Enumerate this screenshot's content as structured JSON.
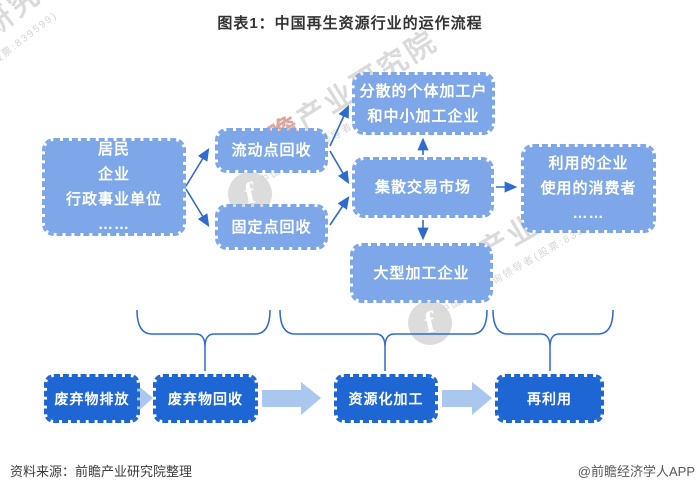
{
  "title": "图表1：中国再生资源行业的运作流程",
  "diagram": {
    "sources": {
      "line1": "居民",
      "line2": "企业",
      "line3": "行政事业单位",
      "line4": "……"
    },
    "mobile_recycling": "流动点回收",
    "fixed_recycling": "固定点回收",
    "scattered_processors": {
      "line1": "分散的个体加工户",
      "line2": "和中小加工企业"
    },
    "trading_market": "集散交易市场",
    "large_processors": "大型加工企业",
    "end_users": {
      "line1": "利用的企业",
      "line2": "使用的消费者",
      "line3": "……"
    }
  },
  "stages": {
    "stage1": "废弃物排放",
    "stage2": "废弃物回收",
    "stage3": "资源化加工",
    "stage4": "再利用"
  },
  "watermark": {
    "brand": "前瞻产业研究院",
    "brand_prefix": "前瞻",
    "brand_suffix": "产业研究院",
    "tagline": "中国产业咨询领导者(股票:839599)",
    "logo_glyph": "f"
  },
  "footer": {
    "source": "资料来源：前瞻产业研究院整理",
    "credit": "@前瞻经济学人APP"
  },
  "colors": {
    "light_box": "#7da7e8",
    "dark_box": "#1e66d4",
    "connector": "#2e6bd0",
    "block_arrow": "#a9c7ef",
    "title_text": "#333333",
    "footer_text": "#3c3c3c",
    "watermark_gray": "#dadada",
    "watermark_red": "#dca79e"
  }
}
